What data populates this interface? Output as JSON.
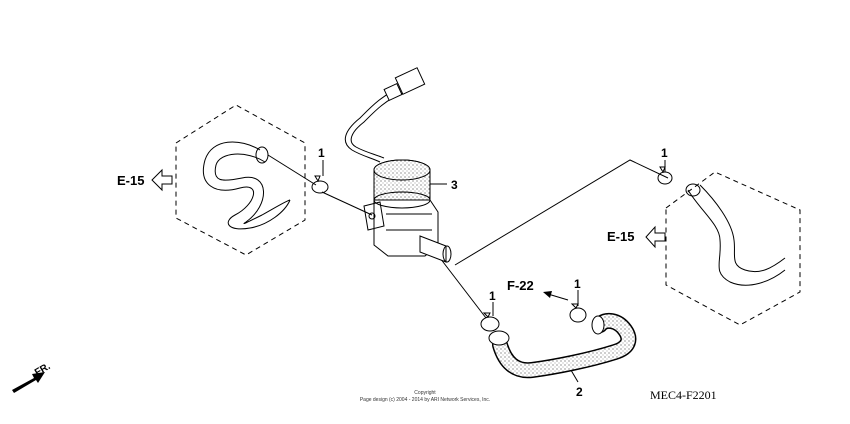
{
  "diagram": {
    "references": {
      "left_ref": "E-15",
      "right_ref": "E-15",
      "clamp_ref": "F-22"
    },
    "callouts": {
      "clamp_top_left": "1",
      "clamp_top_right": "1",
      "clamp_mid_left": "1",
      "clamp_mid_right": "1",
      "valve": "3",
      "hose": "2"
    },
    "direction_label": "FR.",
    "drawing_code": "MEC4-F2201",
    "copyright_line1": "Copyright",
    "copyright_line2": "Page design (c) 2004 - 2014 by ARI Network Services, Inc."
  }
}
